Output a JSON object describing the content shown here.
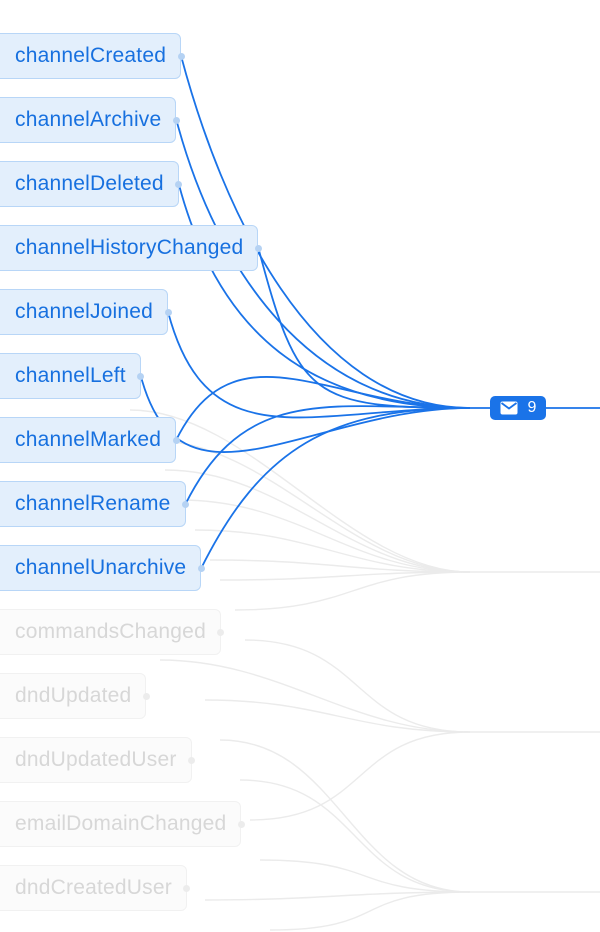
{
  "colors": {
    "active_edge": "#1a73e8",
    "inactive_edge": "#ebebeb",
    "badge_bg": "#1a73e8"
  },
  "nodes": [
    {
      "label": "channelCreated",
      "active": true
    },
    {
      "label": "channelArchive",
      "active": true
    },
    {
      "label": "channelDeleted",
      "active": true
    },
    {
      "label": "channelHistoryChanged",
      "active": true
    },
    {
      "label": "channelJoined",
      "active": true
    },
    {
      "label": "channelLeft",
      "active": true
    },
    {
      "label": "channelMarked",
      "active": true
    },
    {
      "label": "channelRename",
      "active": true
    },
    {
      "label": "channelUnarchive",
      "active": true
    },
    {
      "label": "commandsChanged",
      "active": false
    },
    {
      "label": "dndUpdated",
      "active": false
    },
    {
      "label": "dndUpdatedUser",
      "active": false
    },
    {
      "label": "emailDomainChanged",
      "active": false
    },
    {
      "label": "dndCreatedUser",
      "active": false
    }
  ],
  "merge_badge": {
    "icon": "envelope-icon",
    "count": "9"
  }
}
